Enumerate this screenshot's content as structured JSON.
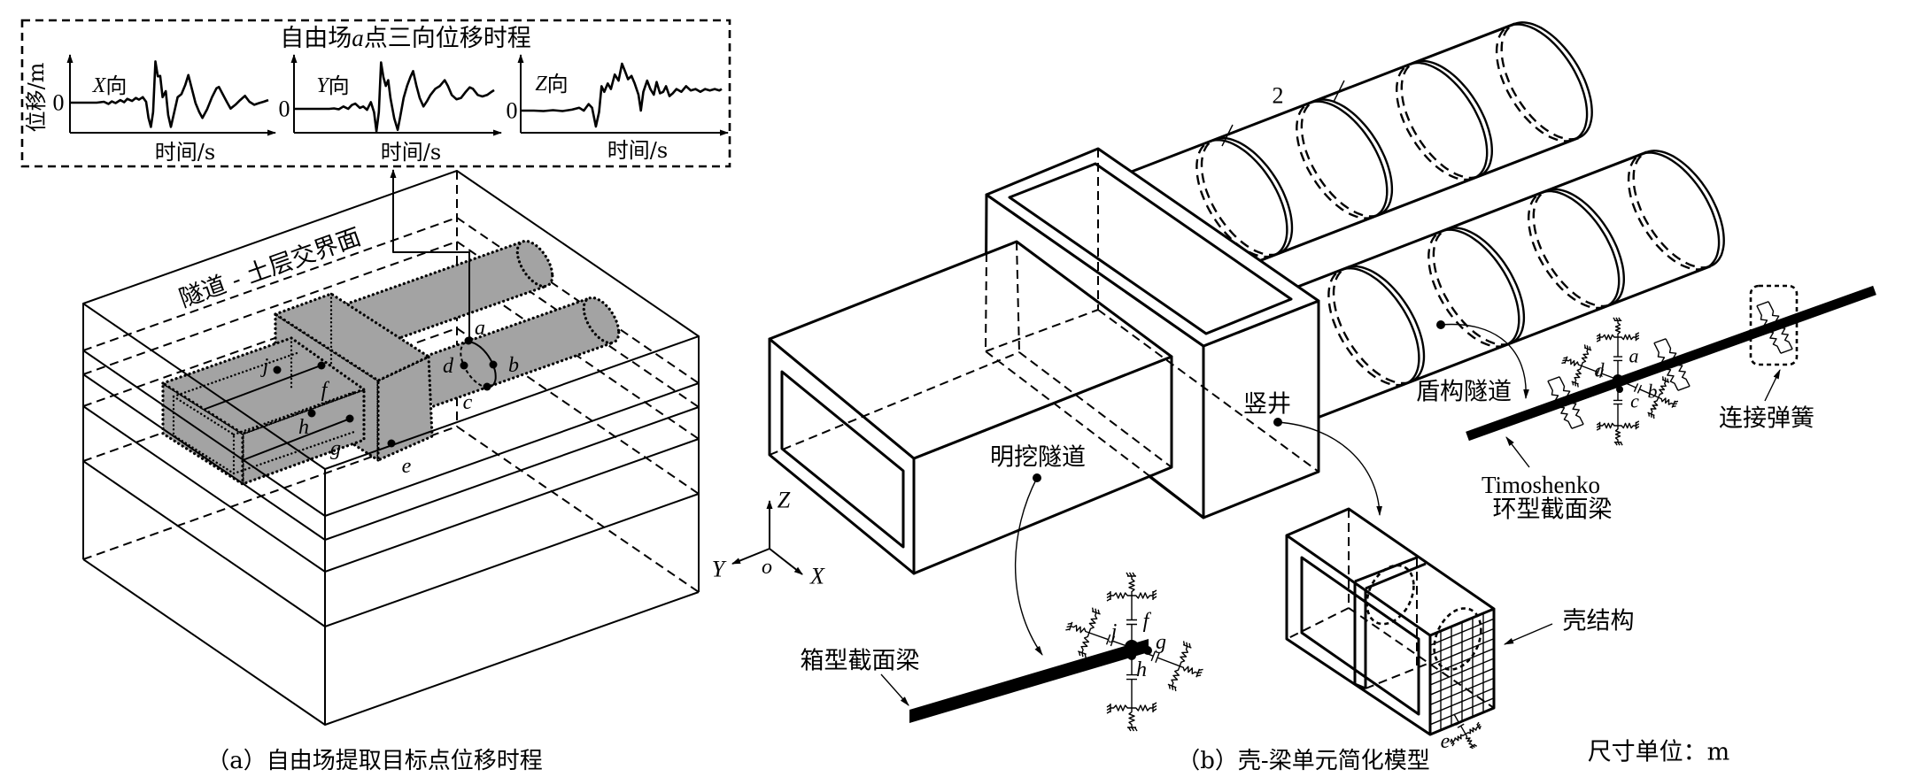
{
  "panel_a": {
    "caption": "（a）自由场提取目标点位移时程",
    "time_history": {
      "title_prefix": "自由场",
      "title_point": "a",
      "title_suffix": "点三向位移时程",
      "y_label": "位移/m",
      "plots": [
        {
          "dir": "X",
          "dir_suffix": "向",
          "zero_label": "0",
          "x_label": "时间/s",
          "waveform": [
            [
              0,
              0
            ],
            [
              0.135,
              0
            ],
            [
              0.171,
              0.02
            ],
            [
              0.194,
              -0.03
            ],
            [
              0.211,
              0.03
            ],
            [
              0.23,
              -0.01
            ],
            [
              0.254,
              0.06
            ],
            [
              0.273,
              0.01
            ],
            [
              0.289,
              0.09
            ],
            [
              0.313,
              0.04
            ],
            [
              0.332,
              0.11
            ],
            [
              0.348,
              0.07
            ],
            [
              0.367,
              0.13
            ],
            [
              0.384,
              0.02
            ],
            [
              0.396,
              -0.36
            ],
            [
              0.408,
              -0.57
            ],
            [
              0.419,
              -0.22
            ],
            [
              0.431,
              0.97
            ],
            [
              0.443,
              0.62
            ],
            [
              0.455,
              0.63
            ],
            [
              0.467,
              0.13
            ],
            [
              0.483,
              0.27
            ],
            [
              0.495,
              -0.29
            ],
            [
              0.509,
              -0.57
            ],
            [
              0.526,
              -0.22
            ],
            [
              0.543,
              0.13
            ],
            [
              0.562,
              0.2
            ],
            [
              0.581,
              0.41
            ],
            [
              0.597,
              0.65
            ],
            [
              0.614,
              0.34
            ],
            [
              0.633,
              -0.01
            ],
            [
              0.652,
              -0.22
            ],
            [
              0.668,
              -0.36
            ],
            [
              0.692,
              -0.15
            ],
            [
              0.716,
              0.13
            ],
            [
              0.739,
              0.34
            ],
            [
              0.751,
              0.37
            ],
            [
              0.77,
              0.2
            ],
            [
              0.794,
              -0.01
            ],
            [
              0.81,
              -0.14
            ],
            [
              0.834,
              -0.05
            ],
            [
              0.858,
              0.06
            ],
            [
              0.882,
              0.16
            ],
            [
              0.905,
              0.02
            ],
            [
              0.929,
              -0.05
            ],
            [
              0.953,
              -0.01
            ],
            [
              0.976,
              0.02
            ],
            [
              1,
              0.06
            ]
          ]
        },
        {
          "dir": "Y",
          "dir_suffix": "向",
          "zero_label": "0",
          "x_label": "时间/s",
          "waveform": [
            [
              0,
              0
            ],
            [
              0.176,
              0
            ],
            [
              0.2,
              0.01
            ],
            [
              0.224,
              -0.01
            ],
            [
              0.247,
              0.05
            ],
            [
              0.271,
              0
            ],
            [
              0.289,
              0.08
            ],
            [
              0.306,
              0.11
            ],
            [
              0.329,
              0.02
            ],
            [
              0.346,
              0.05
            ],
            [
              0.365,
              -0.02
            ],
            [
              0.384,
              0.14
            ],
            [
              0.4,
              -0.07
            ],
            [
              0.412,
              -0.47
            ],
            [
              0.424,
              -0.07
            ],
            [
              0.435,
              0.97
            ],
            [
              0.447,
              0.66
            ],
            [
              0.459,
              0.48
            ],
            [
              0.471,
              0.6
            ],
            [
              0.482,
              0.23
            ],
            [
              0.501,
              -0.2
            ],
            [
              0.518,
              -0.44
            ],
            [
              0.529,
              -0.2
            ],
            [
              0.548,
              0.23
            ],
            [
              0.565,
              0.48
            ],
            [
              0.581,
              0.66
            ],
            [
              0.595,
              0.79
            ],
            [
              0.612,
              0.48
            ],
            [
              0.628,
              0.23
            ],
            [
              0.647,
              0.05
            ],
            [
              0.666,
              0.17
            ],
            [
              0.682,
              0.29
            ],
            [
              0.706,
              0.42
            ],
            [
              0.729,
              0.48
            ],
            [
              0.753,
              0.6
            ],
            [
              0.769,
              0.48
            ],
            [
              0.788,
              0.29
            ],
            [
              0.812,
              0.2
            ],
            [
              0.835,
              0.23
            ],
            [
              0.859,
              0.36
            ],
            [
              0.878,
              0.45
            ],
            [
              0.894,
              0.42
            ],
            [
              0.918,
              0.29
            ],
            [
              0.941,
              0.26
            ],
            [
              0.965,
              0.29
            ],
            [
              0.988,
              0.36
            ],
            [
              1,
              0.39
            ]
          ]
        },
        {
          "dir": "Z",
          "dir_suffix": "向",
          "zero_label": "0",
          "x_label": "时间/s",
          "waveform": [
            [
              0,
              0
            ],
            [
              0.066,
              0
            ],
            [
              0.113,
              -0.01
            ],
            [
              0.161,
              0.01
            ],
            [
              0.208,
              -0.01
            ],
            [
              0.255,
              0.02
            ],
            [
              0.291,
              0.06
            ],
            [
              0.314,
              0
            ],
            [
              0.338,
              0.14
            ],
            [
              0.355,
              0.06
            ],
            [
              0.374,
              -0.34
            ],
            [
              0.39,
              -0.03
            ],
            [
              0.402,
              0.52
            ],
            [
              0.416,
              0.4
            ],
            [
              0.433,
              0.58
            ],
            [
              0.449,
              0.46
            ],
            [
              0.468,
              0.77
            ],
            [
              0.487,
              0.64
            ],
            [
              0.504,
              1
            ],
            [
              0.52,
              0.83
            ],
            [
              0.534,
              0.67
            ],
            [
              0.551,
              0.74
            ],
            [
              0.567,
              0.58
            ],
            [
              0.586,
              0.34
            ],
            [
              0.598,
              0
            ],
            [
              0.61,
              0.4
            ],
            [
              0.629,
              0.64
            ],
            [
              0.645,
              0.46
            ],
            [
              0.662,
              0.34
            ],
            [
              0.676,
              0.61
            ],
            [
              0.693,
              0.37
            ],
            [
              0.709,
              0.4
            ],
            [
              0.723,
              0.52
            ],
            [
              0.74,
              0.31
            ],
            [
              0.757,
              0.37
            ],
            [
              0.775,
              0.46
            ],
            [
              0.799,
              0.4
            ],
            [
              0.823,
              0.52
            ],
            [
              0.846,
              0.43
            ],
            [
              0.87,
              0.46
            ],
            [
              0.894,
              0.4
            ],
            [
              0.917,
              0.46
            ],
            [
              0.941,
              0.43
            ],
            [
              0.965,
              0.46
            ],
            [
              0.988,
              0.43
            ],
            [
              1,
              0.46
            ]
          ]
        }
      ]
    },
    "interface_label": "隧道 - 土层交界面",
    "point_labels": {
      "a": "a",
      "b": "b",
      "c": "c",
      "d": "d",
      "e": "e",
      "f": "f",
      "g": "g",
      "h": "h",
      "j": "j"
    }
  },
  "panel_b": {
    "caption": "（b）壳-梁单元简化模型",
    "labels": {
      "open_cut_tunnel": "明挖隧道",
      "shaft": "竖井",
      "shield_tunnel": "盾构隧道",
      "box_section_beam": "箱型截面梁",
      "ring_beam_line1": "Timoshenko",
      "ring_beam_line2": "环型截面梁",
      "connection_spring": "连接弹簧",
      "shell_structure": "壳结构",
      "segment_length": "2",
      "unit_note": "尺寸单位：m"
    },
    "axes": {
      "x": "X",
      "y": "Y",
      "z": "Z",
      "origin": "o"
    },
    "shield_node_labels": {
      "a": "a",
      "b": "b",
      "c": "c",
      "d": "d"
    },
    "box_node_labels": {
      "f": "f",
      "g": "g",
      "h": "h",
      "j": "j"
    },
    "shell_node_label": "e"
  },
  "colors": {
    "line": "#000000",
    "structure_fill": "#a3a3a3",
    "background": "#ffffff"
  }
}
